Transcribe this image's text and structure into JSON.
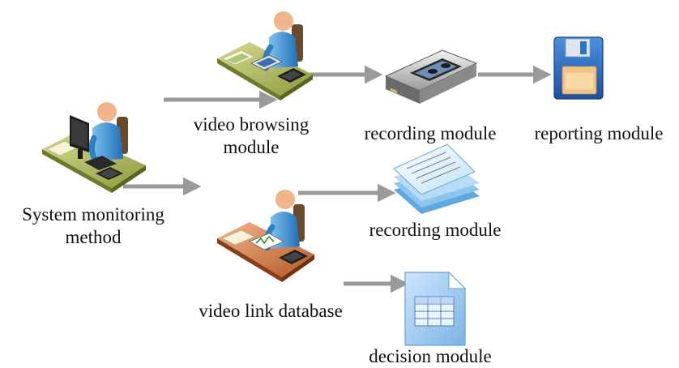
{
  "labels": {
    "system_monitoring": [
      "System monitoring",
      "method"
    ],
    "video_browsing": [
      "video browsing",
      "module"
    ],
    "recording_top": "recording module",
    "reporting": "reporting module",
    "recording_mid": "recording module",
    "video_link_db": "video link database",
    "decision": "decision module"
  },
  "icons": {
    "system_monitoring": "person-at-computer-desk-icon",
    "video_browsing": "person-at-phone-desk-icon",
    "video_link_db": "person-at-document-desk-icon",
    "recording_top": "tape-drive-icon",
    "reporting": "floppy-disk-icon",
    "recording_mid": "stacked-papers-icon",
    "decision": "spreadsheet-document-icon"
  },
  "colors": {
    "arrow": "#9a9a9a",
    "desk_green": "#b9c06a",
    "desk_orange": "#dc8a55",
    "person_blue": "#3d8fd0",
    "skin": "#f1b58b",
    "floppy_blue": "#2d73c9",
    "doc_blue": "#9cc8ee"
  }
}
